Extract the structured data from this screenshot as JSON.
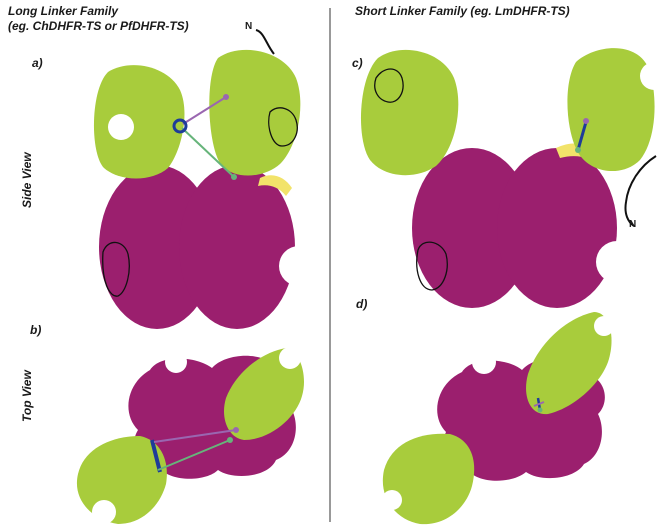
{
  "headers": {
    "long_line1": "Long Linker Family",
    "long_line2": "(eg. ChDHFR-TS or PfDHFR-TS)",
    "short_line1": "Short Linker Family (eg. LmDHFR-TS)"
  },
  "panels": [
    "a)",
    "b)",
    "c)",
    "d)"
  ],
  "views": {
    "side": "Side View",
    "top": "Top View"
  },
  "terminus": "N",
  "colors": {
    "ts_domain": "#9b1f6e",
    "dhfr_domain": "#a8cc3c",
    "linker_purple": "#9a66b0",
    "linker_green": "#66b47a",
    "linker_blue": "#1e3c99",
    "interface_yellow": "#f2e36a",
    "outline": "#111111"
  }
}
